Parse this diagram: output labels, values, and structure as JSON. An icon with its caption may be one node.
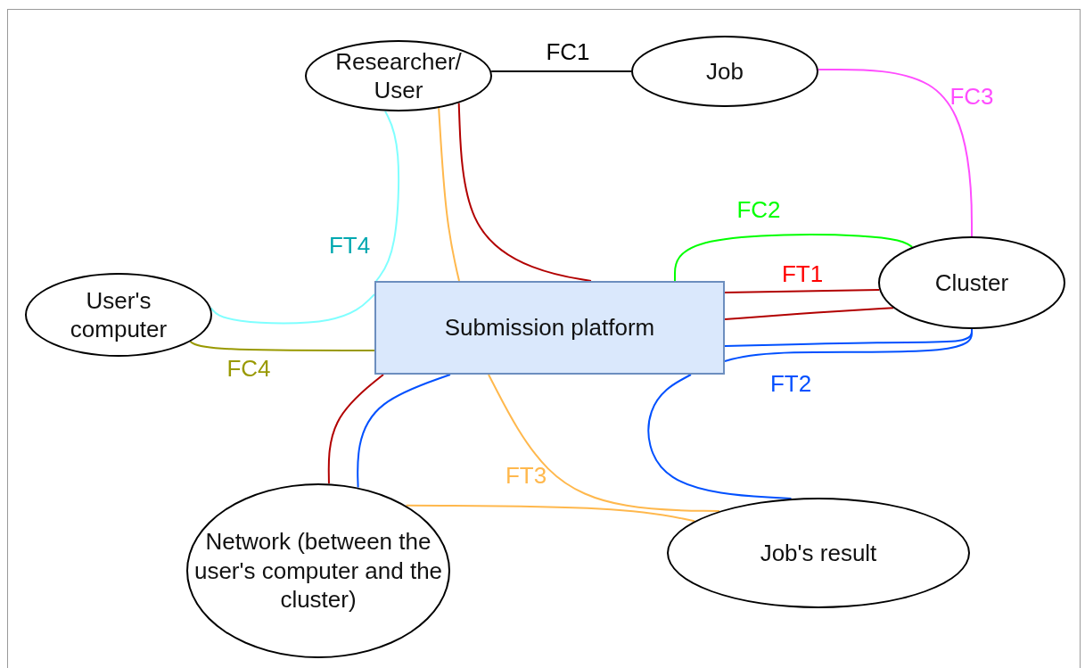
{
  "diagram": {
    "nodes": [
      {
        "text": [
          "Researcher/ User"
        ]
      },
      {
        "text": [
          "Job"
        ]
      },
      {
        "text": [
          "User's computer"
        ]
      },
      {
        "text": [
          "Submission platform"
        ]
      },
      {
        "text": [
          "Cluster"
        ]
      },
      {
        "text": [
          "Network (between the user's computer and the cluster)"
        ]
      },
      {
        "text": [
          "Job's result"
        ]
      }
    ],
    "edges": [
      {
        "from": 0,
        "to": 1,
        "arrow": "none",
        "label": "FC1",
        "color": "#000000"
      },
      {
        "from": 1,
        "to": 4,
        "arrow": "none",
        "label": "FC3",
        "color": "#ff4dff"
      },
      {
        "from": 3,
        "to": 4,
        "arrow": "none",
        "label": "FC2",
        "color": "#00ff00"
      },
      {
        "from": 3,
        "to": 4,
        "arrow": "none",
        "label": "FT1",
        "color": "#b20000"
      },
      {
        "from": 3,
        "to": 4,
        "arrow": "none",
        "color": "#b20000"
      },
      {
        "from": 0,
        "to": 3,
        "arrow": "none",
        "color": "#b20000"
      },
      {
        "from": 3,
        "to": 5,
        "arrow": "none",
        "color": "#b20000"
      },
      {
        "from": 3,
        "to": 4,
        "arrow": "none",
        "color": "#0050ff"
      },
      {
        "from": 3,
        "to": 4,
        "arrow": "none",
        "label": "FT2",
        "color": "#0050ff"
      },
      {
        "from": 3,
        "to": 6,
        "arrow": "none",
        "color": "#0050ff"
      },
      {
        "from": 3,
        "to": 5,
        "arrow": "none",
        "color": "#0050ff"
      },
      {
        "from": 0,
        "to": 3,
        "arrow": "none",
        "color": "#ffb84d"
      },
      {
        "from": 3,
        "to": 6,
        "arrow": "none",
        "label": "FT3",
        "color": "#ffb84d"
      },
      {
        "from": 5,
        "to": 6,
        "arrow": "none",
        "color": "#ffb84d"
      },
      {
        "from": 0,
        "to": 3,
        "arrow": "none",
        "label": "FT4",
        "color": "#80ffff"
      },
      {
        "from": 2,
        "to": 3,
        "arrow": "none",
        "color": "#80ffff"
      },
      {
        "from": 2,
        "to": 3,
        "arrow": "none",
        "label": "FC4",
        "color": "#999900"
      }
    ]
  }
}
